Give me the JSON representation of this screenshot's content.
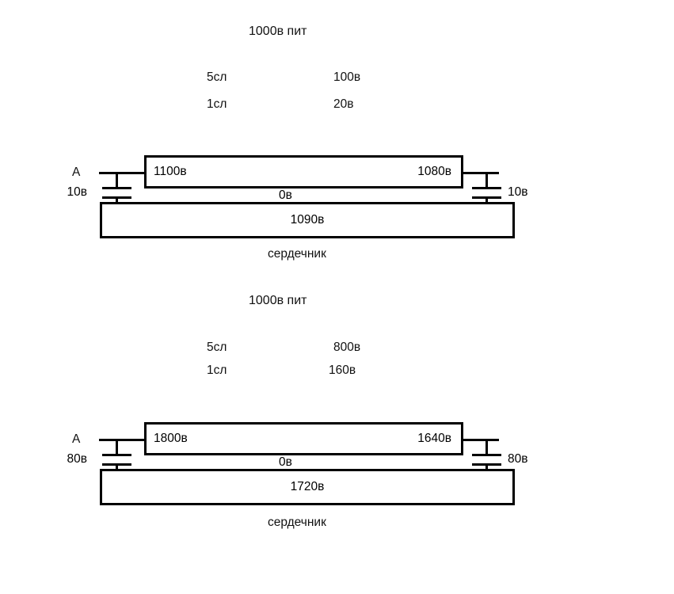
{
  "page": {
    "background_color": "#ffffff",
    "line_color": "#000000",
    "text_color": "#111111"
  },
  "diagrams": [
    {
      "id": "diagram-top",
      "supply_label": "1000в пит",
      "layer_rows": [
        {
          "layer": "5сл",
          "voltage": "100в"
        },
        {
          "layer": "1сл",
          "voltage": "20в"
        }
      ],
      "terminal_label": "A",
      "winding": {
        "left_voltage": "1100в",
        "right_voltage": "1080в"
      },
      "gap_voltage": "0в",
      "core_voltage": "1090в",
      "core_label": "сердечник",
      "capacitors": [
        {
          "position": "left",
          "label": "10в"
        },
        {
          "position": "right",
          "label": "10в"
        }
      ]
    },
    {
      "id": "diagram-bottom",
      "supply_label": "1000в пит",
      "layer_rows": [
        {
          "layer": "5сл",
          "voltage": "800в"
        },
        {
          "layer": "1сл",
          "voltage": "160в"
        }
      ],
      "terminal_label": "A",
      "winding": {
        "left_voltage": "1800в",
        "right_voltage": "1640в"
      },
      "gap_voltage": "0в",
      "core_voltage": "1720в",
      "core_label": "сердечник",
      "capacitors": [
        {
          "position": "left",
          "label": "80в"
        },
        {
          "position": "right",
          "label": "80в"
        }
      ]
    }
  ]
}
